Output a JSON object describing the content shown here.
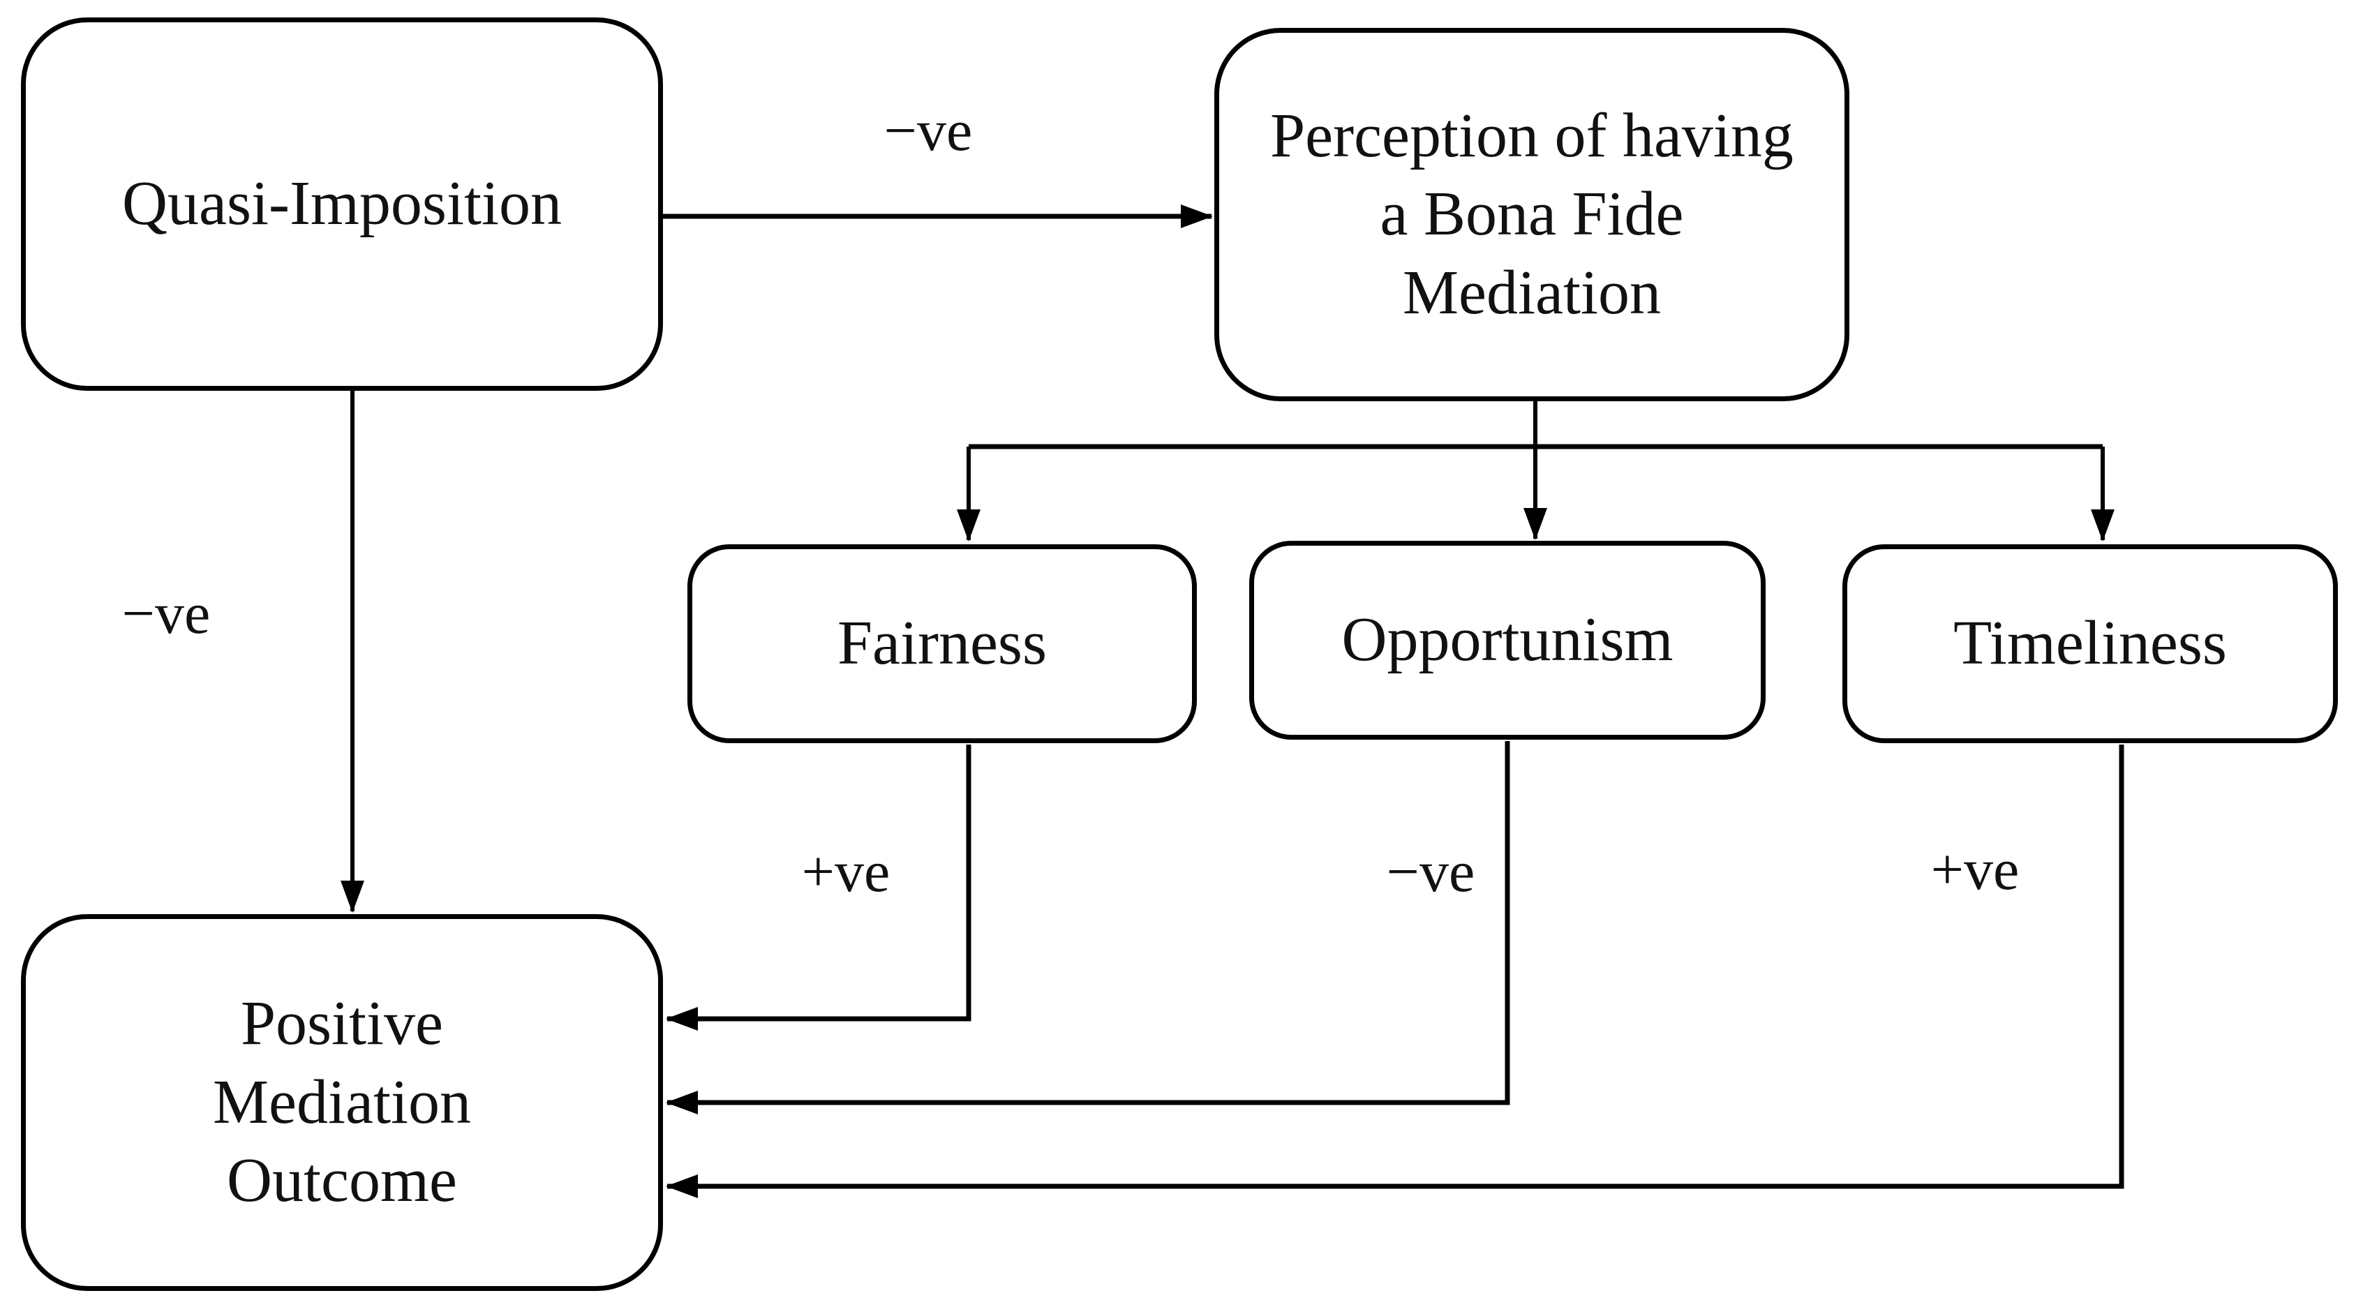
{
  "diagram": {
    "type": "concept-flow-diagram",
    "colors": {
      "stroke": "#000000",
      "text": "#111111",
      "background": "#ffffff"
    },
    "nodes": [
      {
        "id": "quasi-imposition",
        "label": "Quasi-Imposition"
      },
      {
        "id": "perception-bona-fide",
        "label": "Perception of having\na Bona Fide\nMediation"
      },
      {
        "id": "fairness",
        "label": "Fairness"
      },
      {
        "id": "opportunism",
        "label": "Opportunism"
      },
      {
        "id": "timeliness",
        "label": "Timeliness"
      },
      {
        "id": "positive-mediation-outcome",
        "label": "Positive\nMediation\nOutcome"
      }
    ],
    "edges": [
      {
        "from": "quasi-imposition",
        "to": "perception-bona-fide",
        "label": "−ve"
      },
      {
        "from": "quasi-imposition",
        "to": "positive-mediation-outcome",
        "label": "−ve"
      },
      {
        "from": "perception-bona-fide",
        "to": "fairness",
        "label": ""
      },
      {
        "from": "perception-bona-fide",
        "to": "opportunism",
        "label": ""
      },
      {
        "from": "perception-bona-fide",
        "to": "timeliness",
        "label": ""
      },
      {
        "from": "fairness",
        "to": "positive-mediation-outcome",
        "label": "+ve"
      },
      {
        "from": "opportunism",
        "to": "positive-mediation-outcome",
        "label": "−ve"
      },
      {
        "from": "timeliness",
        "to": "positive-mediation-outcome",
        "label": "+ve"
      }
    ]
  }
}
